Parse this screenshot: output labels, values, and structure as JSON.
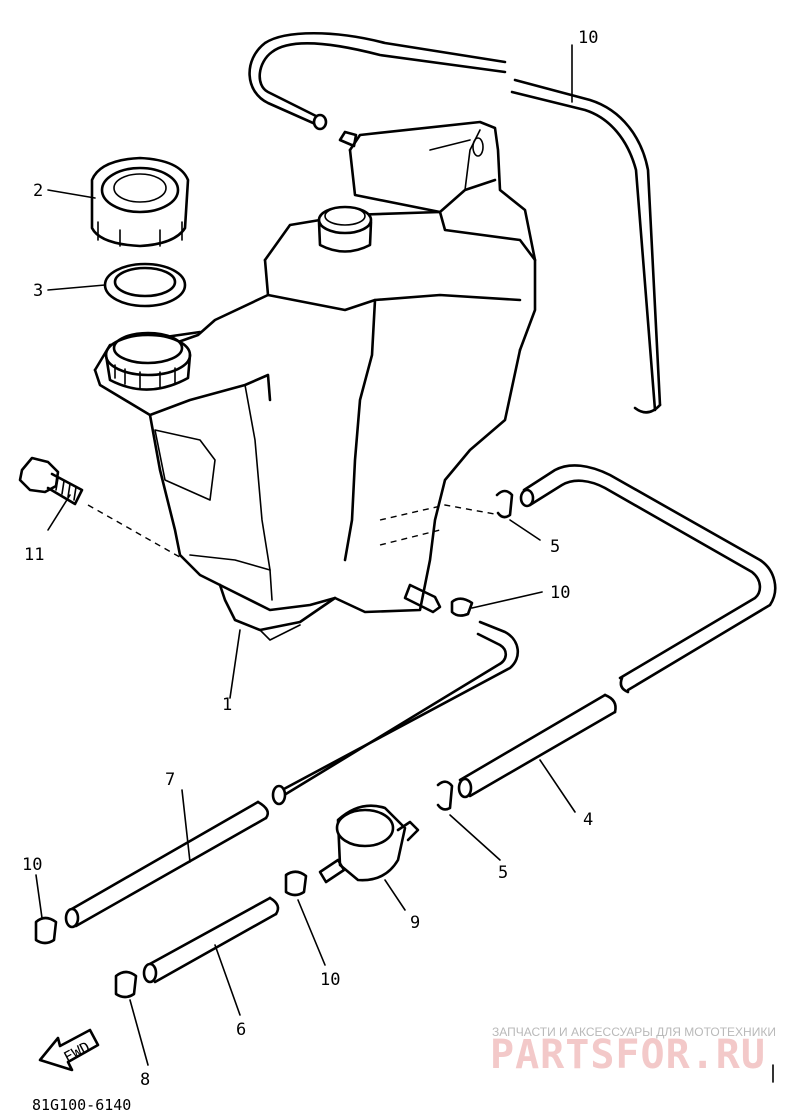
{
  "diagram": {
    "callouts": [
      "1",
      "2",
      "3",
      "4",
      "5",
      "5",
      "6",
      "7",
      "8",
      "9",
      "10",
      "10",
      "10",
      "10",
      "11"
    ],
    "part_code": "81G100-6140",
    "fwd_label": "FWD"
  },
  "watermark": {
    "tagline": "ЗАПЧАСТИ И АКСЕССУАРЫ ДЛЯ МОТОТЕХНИКИ",
    "brand": "PARTSFOR.RU"
  }
}
